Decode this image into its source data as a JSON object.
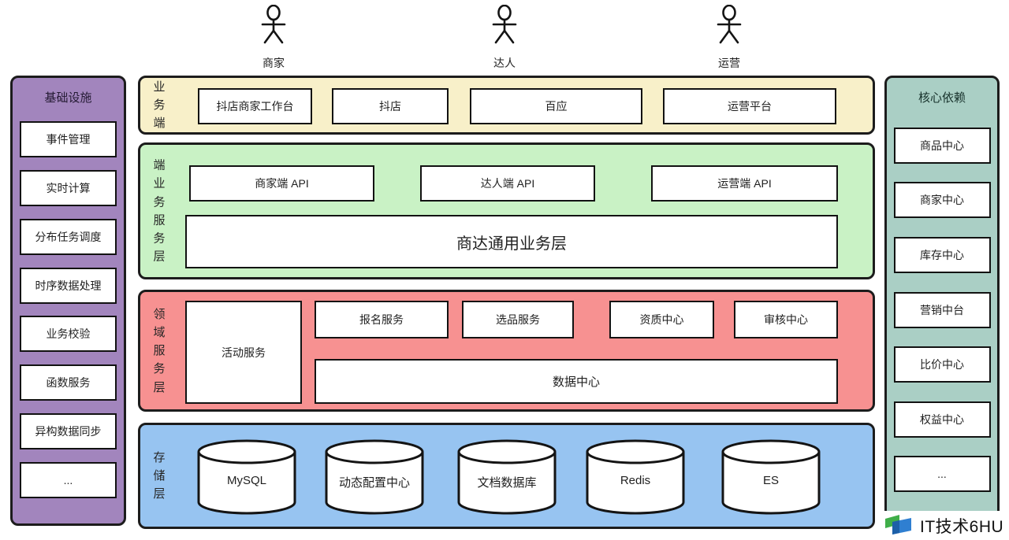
{
  "actors": [
    {
      "label": "商家"
    },
    {
      "label": "达人"
    },
    {
      "label": "运营"
    }
  ],
  "left_sidebar": {
    "title": "基础设施",
    "items": [
      "事件管理",
      "实时计算",
      "分布任务调度",
      "时序数据处理",
      "业务校验",
      "函数服务",
      "异构数据同步",
      "..."
    ]
  },
  "right_sidebar": {
    "title": "核心依赖",
    "items": [
      "商品中心",
      "商家中心",
      "库存中心",
      "营销中台",
      "比价中心",
      "权益中心",
      "..."
    ]
  },
  "layers": {
    "business_end": {
      "label": "业务端",
      "boxes": [
        "抖店商家工作台",
        "抖店",
        "百应",
        "运营平台"
      ]
    },
    "end_service": {
      "label": "端业务服务层",
      "api_boxes": [
        "商家端 API",
        "达人端 API",
        "运营端 API"
      ],
      "common_box": "商达通用业务层"
    },
    "domain_service": {
      "label": "领域服务层",
      "activity_box": "活动服务",
      "top_boxes": [
        "报名服务",
        "选品服务",
        "资质中心",
        "审核中心"
      ],
      "data_center_box": "数据中心"
    },
    "storage": {
      "label": "存储层",
      "cylinders": [
        "MySQL",
        "动态配置中心",
        "文档数据库",
        "Redis",
        "ES"
      ]
    }
  },
  "watermark": {
    "text": "IT技术6HU"
  },
  "colors": {
    "infrastructure_panel": "#a285bd",
    "core_dependency_panel": "#aacfc5",
    "business_end_band": "#f8f0c9",
    "end_service_band": "#c9f2c5",
    "domain_service_band": "#f79191",
    "storage_band": "#97c4f1",
    "outline": "#1c1c1c",
    "box_fill": "#ffffff",
    "logo_green": "#3fae49",
    "logo_blue": "#2f7fd1"
  }
}
